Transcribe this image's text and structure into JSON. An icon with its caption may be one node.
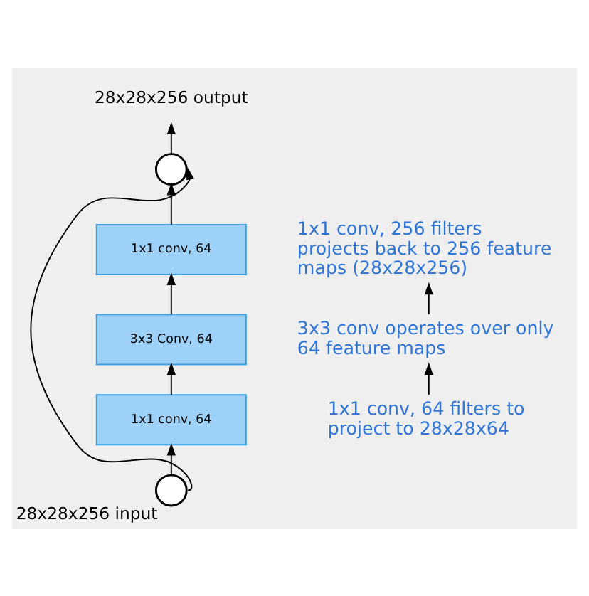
{
  "diagram": {
    "nodes": [
      {
        "text": [
          "28x28x256 output"
        ]
      },
      {
        "text": [],
        "shape": "circle"
      },
      {
        "text": [
          "1x1 conv, 256 filters projects back to 256 feature maps (28x28x256)"
        ]
      },
      {
        "text": [
          "1x1 conv, 64"
        ]
      },
      {
        "text": [
          "3x3 conv operates over only 64 feature maps"
        ]
      },
      {
        "text": [
          "3x3 Conv, 64"
        ]
      },
      {
        "text": [
          "1x1 conv, 64 filters to project to 28x28x64"
        ]
      },
      {
        "text": [
          "1x1 conv, 64"
        ]
      },
      {
        "text": [],
        "shape": "circle",
        "beside": [
          "28x28x256 input"
        ]
      }
    ],
    "edges": [
      {
        "from": 8,
        "to": 7,
        "arrow": "to"
      },
      {
        "from": 7,
        "to": 5,
        "arrow": "to"
      },
      {
        "from": 5,
        "to": 3,
        "arrow": "to"
      },
      {
        "from": 3,
        "to": 1,
        "arrow": "to"
      },
      {
        "from": 1,
        "to": 0,
        "arrow": "to"
      },
      {
        "from": 8,
        "to": 1,
        "arrow": "to"
      },
      {
        "from": 6,
        "to": 4,
        "arrow": "to"
      },
      {
        "from": 4,
        "to": 2,
        "arrow": "to"
      }
    ]
  }
}
